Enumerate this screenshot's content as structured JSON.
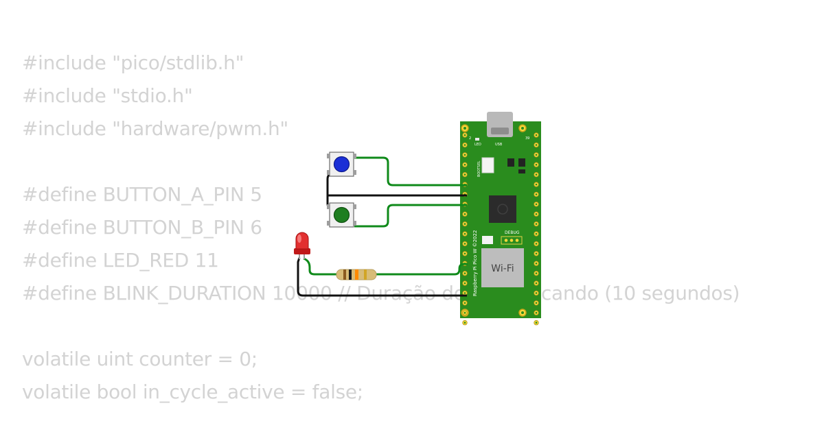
{
  "code_lines": [
    "#include \"pico/stdlib.h\"",
    "#include \"stdio.h\"",
    "#include \"hardware/pwm.h\"",
    "",
    "#define BUTTON_A_PIN 5",
    "#define BUTTON_B_PIN 6",
    "#define LED_RED 11",
    "#define BLINK_DURATION 10000 // Duração do LED piscando (10 segundos)",
    "",
    "volatile uint counter = 0;",
    "volatile bool in_cycle_active = false;"
  ],
  "board": {
    "label_led": "LED",
    "label_usb": "USB",
    "label_bootsel": "BOOTSEL",
    "label_debug": "DEBUG",
    "label_wifi": "Wi-Fi",
    "label_model": "Raspberry Pi Pico W ©2022",
    "pin_left": "2",
    "pin_right": "39"
  },
  "colors": {
    "board": "#2a8c1e",
    "wire_green": "#0f8a1a",
    "wire_black": "#111111",
    "button_a": "#1a2fd6",
    "button_b": "#1e7e20",
    "led": "#d42020",
    "code_text": "#d3d3d3"
  }
}
